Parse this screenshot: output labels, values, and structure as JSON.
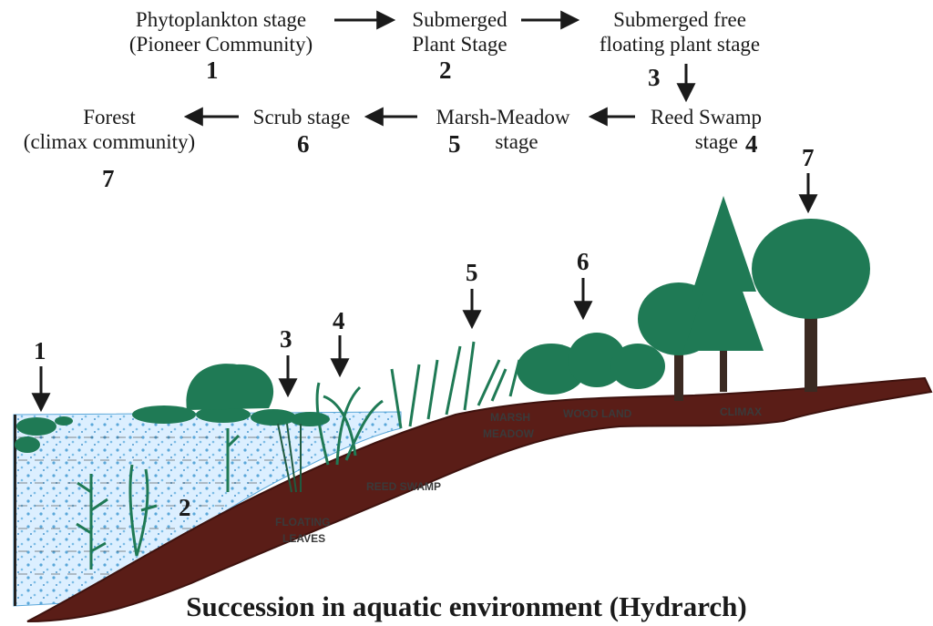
{
  "stages": {
    "s1": {
      "line1": "Phytoplankton stage",
      "line2": "(Pioneer Community)",
      "num": "1"
    },
    "s2": {
      "line1": "Submerged",
      "line2": "Plant Stage",
      "num": "2"
    },
    "s3": {
      "line1": "Submerged free",
      "line2": "floating plant stage",
      "num": "3"
    },
    "s4": {
      "line1": "Reed Swamp",
      "line2": "stage",
      "num": "4"
    },
    "s5": {
      "line1": "Marsh-Meadow",
      "line2": "stage",
      "num": "5"
    },
    "s6": {
      "line1": "Scrub stage",
      "num": "6"
    },
    "s7": {
      "line1": "Forest",
      "line2": "(climax community)",
      "num": "7"
    }
  },
  "illustration": {
    "markers": [
      "1",
      "2",
      "3",
      "4",
      "5",
      "6",
      "7"
    ],
    "zone_labels": {
      "floating_1": "FLOATING",
      "floating_2": "LEAVES",
      "reed_swamp": "REED SWAMP",
      "marsh_1": "MARSH",
      "marsh_2": "MEADOW",
      "wood_land": "WOOD LAND",
      "climax": "CLIMAX"
    }
  },
  "caption": "Succession in aquatic environment (Hydrarch)",
  "colors": {
    "water": "#6fb6e0",
    "soil": "#5a1d17",
    "vegetation": "#1f7a55",
    "trunk": "#3b2a22"
  }
}
